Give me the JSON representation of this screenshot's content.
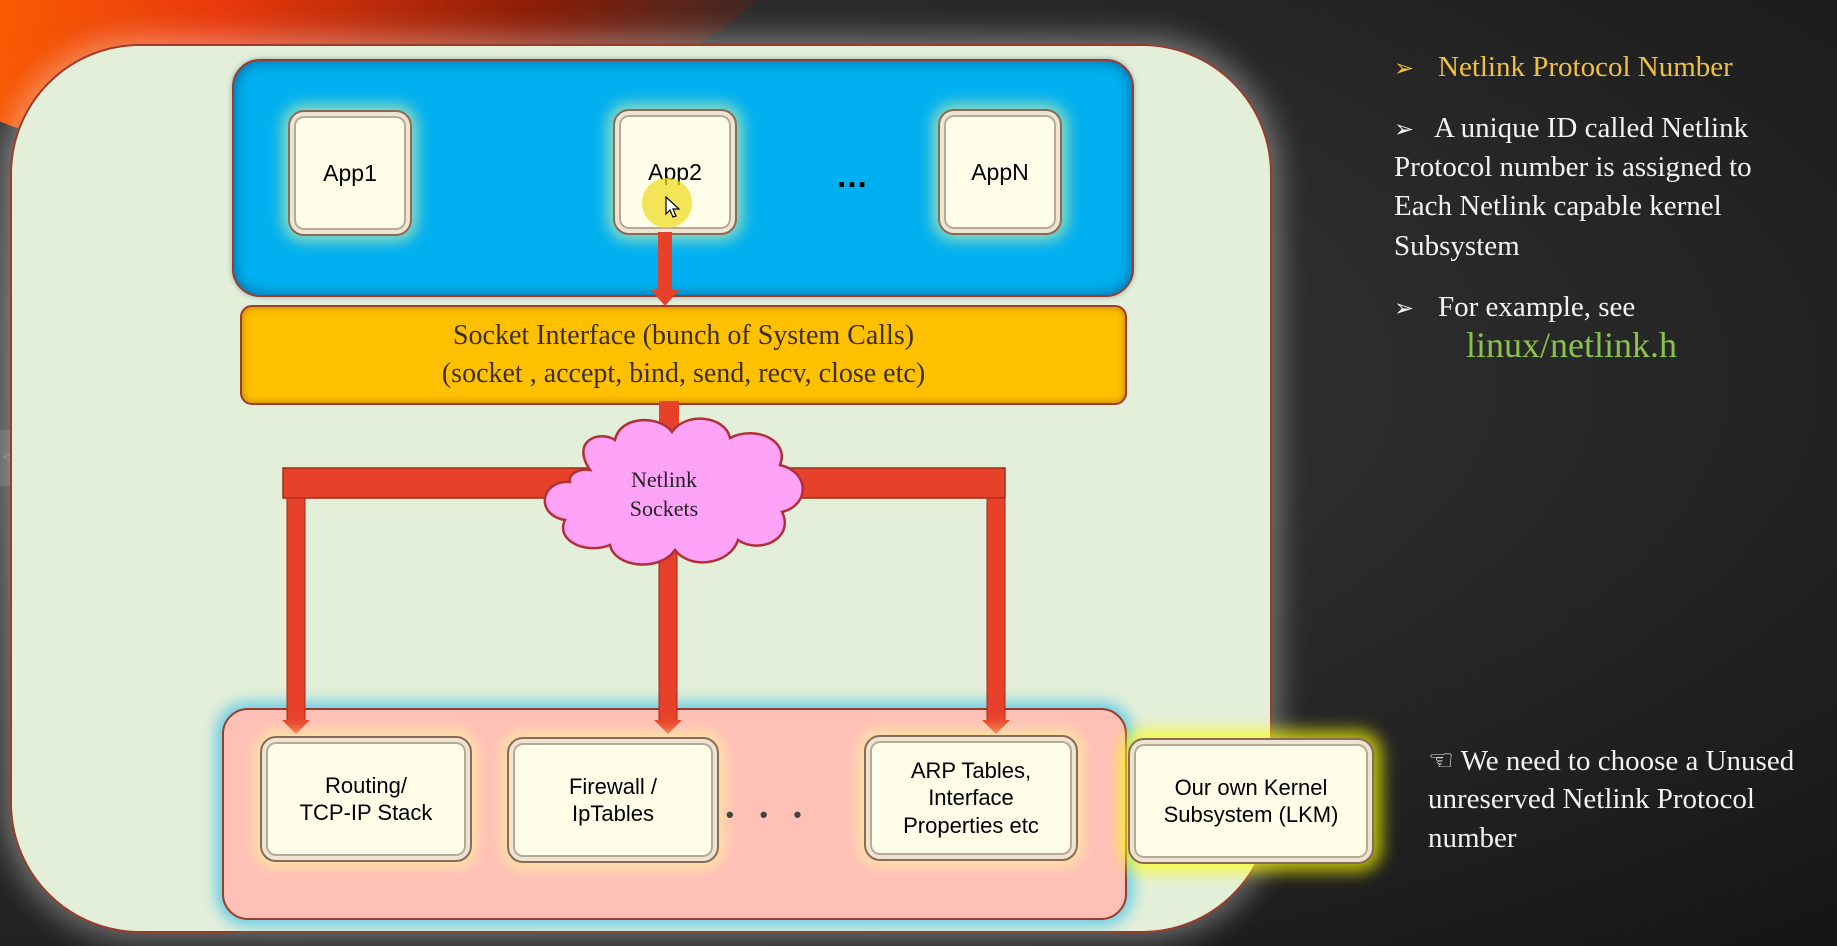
{
  "apps": {
    "app1": "App1",
    "app2": "App2",
    "ellipsis": "…",
    "appn": "AppN"
  },
  "socket_interface": {
    "line1": "Socket Interface (bunch of System Calls)",
    "line2": "(socket , accept, bind, send, recv, close etc)"
  },
  "cloud": {
    "line1": "Netlink",
    "line2": "Sockets"
  },
  "subsystems": {
    "routing": "Routing/\nTCP-IP Stack",
    "firewall": "Firewall /\nIpTables",
    "ellipsis": "• • •",
    "arp": "ARP Tables,\nInterface\nProperties etc",
    "own_kernel": "Our own Kernel\nSubsystem (LKM)"
  },
  "notes": {
    "heading": "Netlink Protocol Number",
    "bullet1": "A unique ID called Netlink Protocol number is assigned to Each Netlink capable kernel Subsystem",
    "bullet2": "For example, see",
    "code_ref": "linux/netlink.h",
    "bottom_note": "☜ We need to choose a Unused unreserved Netlink Protocol number"
  },
  "colors": {
    "app_band": "#00b0f0",
    "socket_bar": "#ffc000",
    "subsystem_band": "#ffc0b8",
    "connector": "#e8412a",
    "cloud": "#ffa3f8",
    "heading": "#f0c040",
    "code_ref": "#8bc34a"
  },
  "icons": {
    "bullet": "arrow-bullet-icon",
    "pointer": "pointing-hand-icon",
    "cursor": "mouse-cursor-icon"
  }
}
